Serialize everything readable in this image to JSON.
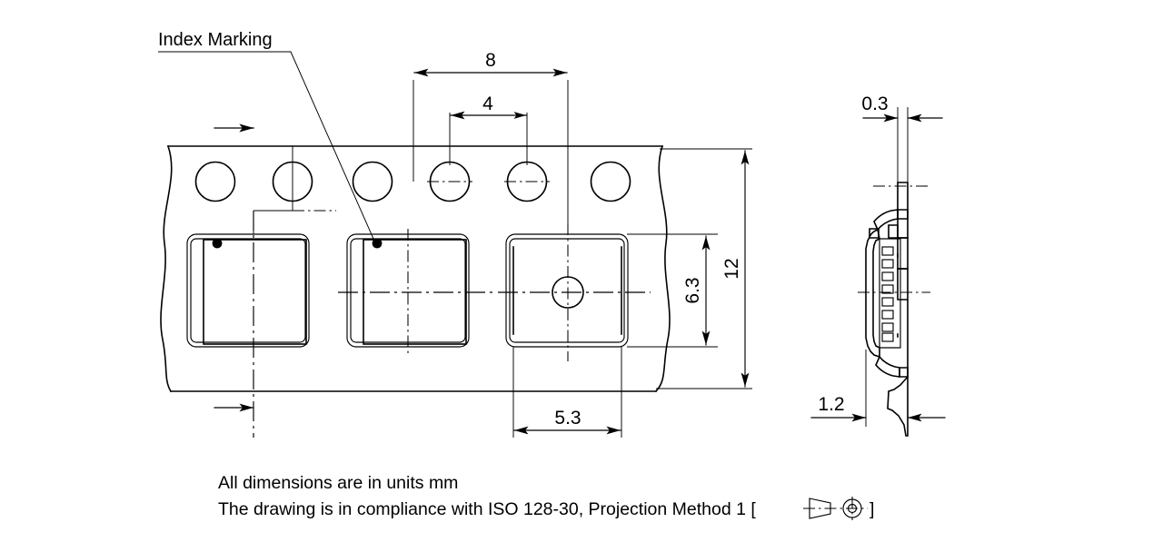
{
  "drawing": {
    "title": "Tape and reel packaging dimensional drawing",
    "units_note": "All dimensions are in units mm",
    "standard_note": "The drawing is in compliance with ISO 128-30, Projection Method 1 [",
    "standard_note_close": "]",
    "line_color": "#000000",
    "background_color": "#ffffff"
  },
  "annotations": {
    "index_marking_label": "Index Marking"
  },
  "dimensions": {
    "pitch_long": "8",
    "pitch_short": "4",
    "tape_width": "12",
    "pocket_height": "6.3",
    "pocket_width": "5.3",
    "cover_thickness": "0.3",
    "pocket_depth": "1.2"
  },
  "views": {
    "top_view_name": "tape-top-view",
    "section_view_name": "tape-section-view"
  },
  "symbols": {
    "projection_symbol": "first-angle-projection-symbol"
  }
}
